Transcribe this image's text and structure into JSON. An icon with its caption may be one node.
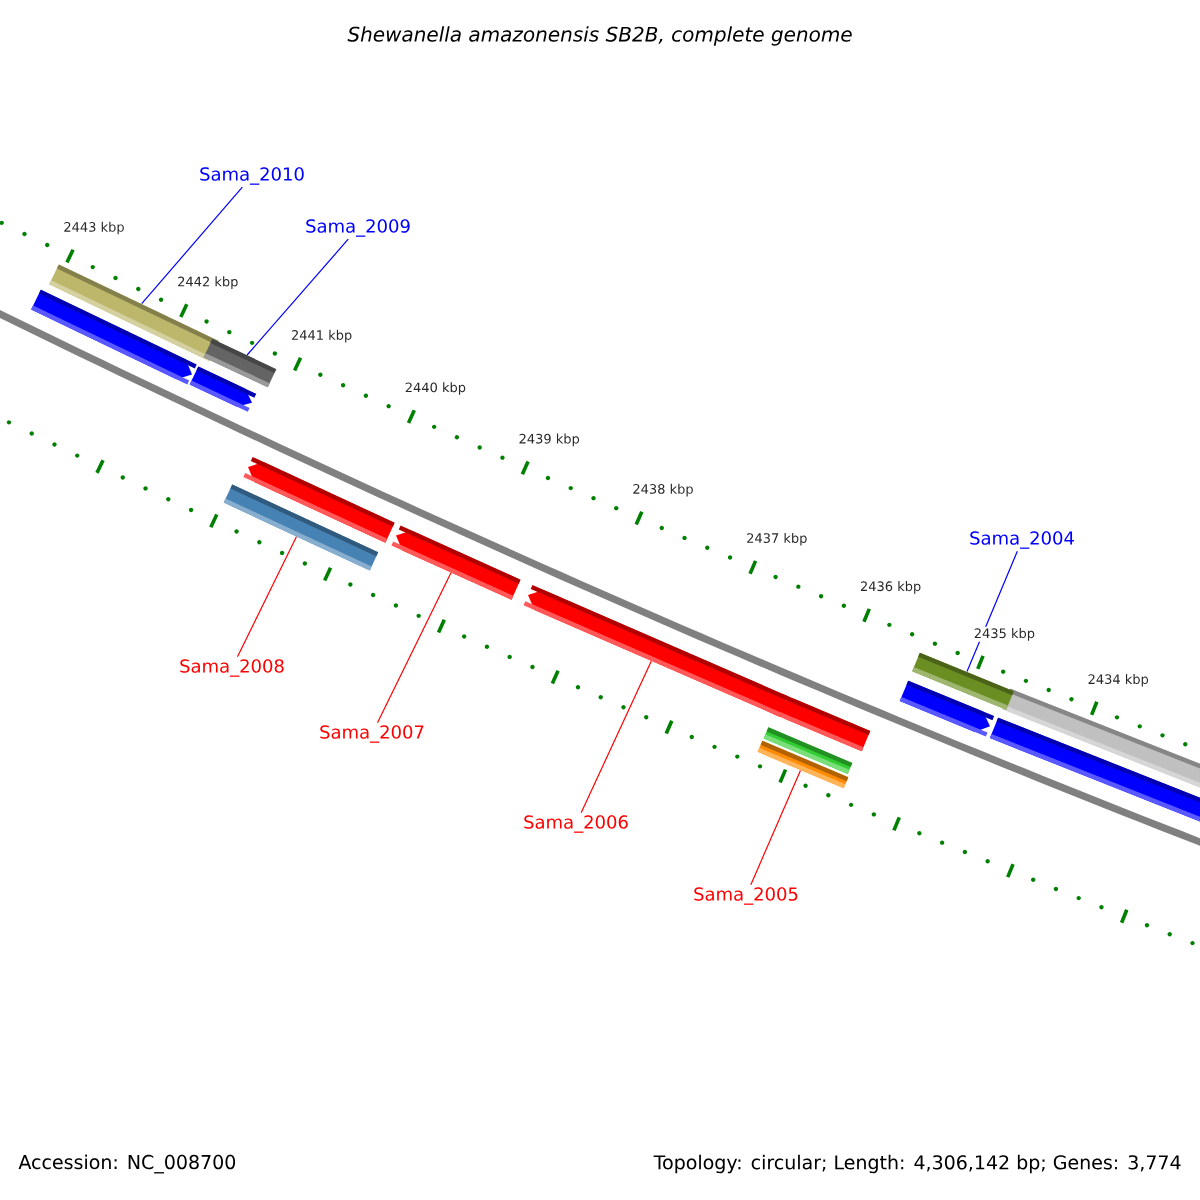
{
  "diagram": {
    "title": "Shewanella amazonensis SB2B, complete genome",
    "nodes": [
      {
        "text": [
          "Sama_2010"
        ]
      },
      {
        "text": [
          "Sama_2009"
        ]
      },
      {
        "text": [
          "Sama_2004"
        ]
      },
      {
        "text": [
          "Sama_2008"
        ]
      },
      {
        "text": [
          "Sama_2007"
        ]
      },
      {
        "text": [
          "Sama_2006"
        ]
      },
      {
        "text": [
          "Sama_2005"
        ]
      },
      {
        "text": [],
        "shape": "bar"
      },
      {
        "text": [],
        "shape": "bar"
      },
      {
        "text": [],
        "shape": "bar"
      },
      {
        "text": [],
        "shape": "bar"
      },
      {
        "text": [],
        "shape": "bar"
      },
      {
        "text": [],
        "shape": "bar"
      },
      {
        "text": [],
        "shape": "bar"
      }
    ],
    "edges": [
      {
        "from": 0,
        "to": 7,
        "arrow": "none",
        "color": "#0000ff"
      },
      {
        "from": 1,
        "to": 8,
        "arrow": "none",
        "color": "#0000ff"
      },
      {
        "from": 2,
        "to": 9,
        "arrow": "none",
        "color": "#0000ff"
      },
      {
        "from": 3,
        "to": 10,
        "arrow": "none"
      },
      {
        "from": 4,
        "to": 11,
        "arrow": "none"
      },
      {
        "from": 5,
        "to": 12,
        "arrow": "none"
      },
      {
        "from": 6,
        "to": 13,
        "arrow": "none"
      }
    ],
    "labels": [
      "2443 kbp",
      "2442 kbp",
      "2441 kbp",
      "2440 kbp",
      "2439 kbp",
      "2438 kbp",
      "2437 kbp",
      "2436 kbp",
      "2435 kbp",
      "2434 kbp",
      "Accession: NC_008700",
      "Topology: circular; Length: 4,306,142 bp; Genes: 3,774"
    ]
  }
}
